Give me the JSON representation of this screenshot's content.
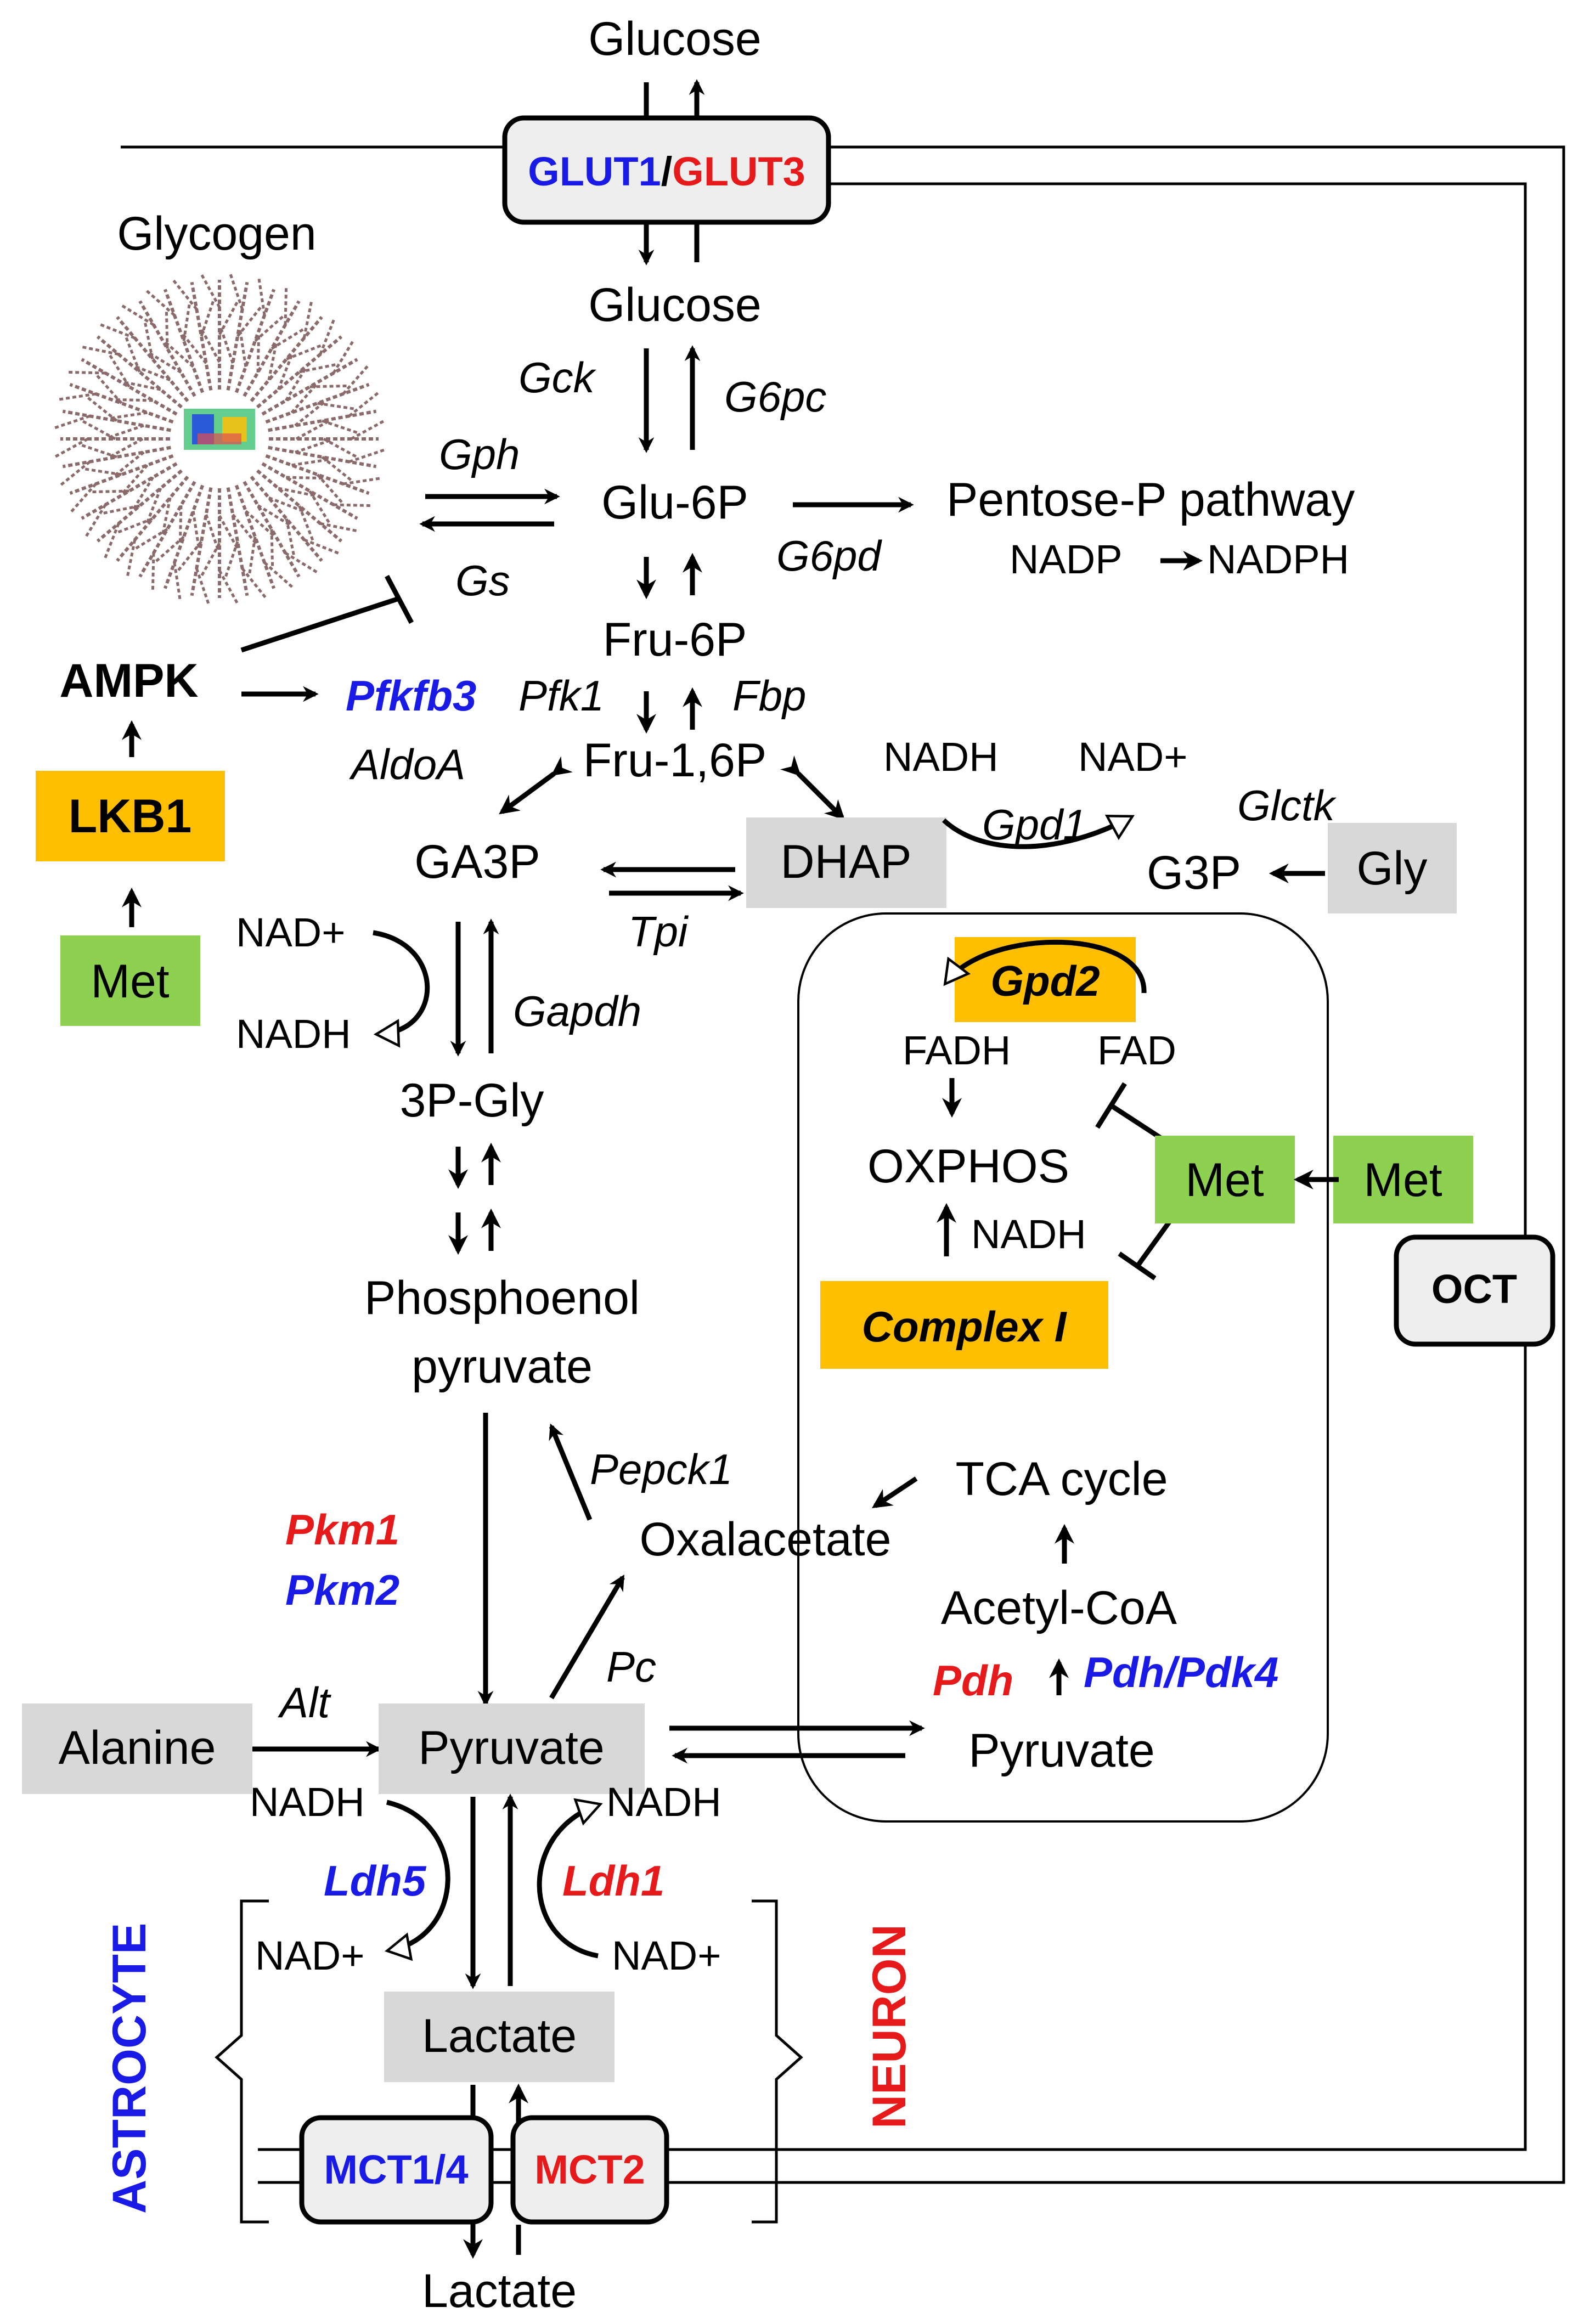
{
  "colors": {
    "astrocyte_blue": "#1a1ae6",
    "neuron_red": "#e61a1a",
    "gray_box": "#d8d8d8",
    "green_box": "#8ed150",
    "orange_box": "#ffbe00",
    "transporter_fill": "#eeeeee"
  },
  "metabolites": {
    "glucose_out": "Glucose",
    "glucose_in": "Glucose",
    "glycogen": "Glycogen",
    "glu6p": "Glu-6P",
    "pentose": "Pentose-P pathway",
    "nadp": "NADP",
    "nadph": "NADPH",
    "fru6p": "Fru-6P",
    "fru16p": "Fru-1,6P",
    "ga3p": "GA3P",
    "dhap": "DHAP",
    "g3p": "G3P",
    "gly": "Gly",
    "p3gly": "3P-Gly",
    "pep_line1": "Phosphoenol",
    "pep_line2": "pyruvate",
    "oxalacetate": "Oxalacetate",
    "tca": "TCA cycle",
    "acetylcoa": "Acetyl-CoA",
    "pyruvate_cyto": "Pyruvate",
    "pyruvate_mito": "Pyruvate",
    "alanine": "Alanine",
    "lactate_in": "Lactate",
    "lactate_out": "Lactate",
    "oxphos": "OXPHOS"
  },
  "cofactors": {
    "nadh_gpd1": "NADH",
    "nadplus_gpd1": "NAD+",
    "nadplus_gapdh": "NAD+",
    "nadh_gapdh": "NADH",
    "fadh": "FADH",
    "fad": "FAD",
    "nadh_oxphos": "NADH",
    "nadh_ldh5": "NADH",
    "nadplus_ldh5": "NAD+",
    "nadh_ldh1": "NADH",
    "nadplus_ldh1": "NAD+"
  },
  "enzymes": {
    "gck": "Gck",
    "g6pc": "G6pc",
    "gph": "Gph",
    "gs": "Gs",
    "g6pd": "G6pd",
    "pfkfb3": "Pfkfb3",
    "pfk1": "Pfk1",
    "fbp": "Fbp",
    "aldoa": "AldoA",
    "gpd1": "Gpd1",
    "glctk": "Glctk",
    "tpi": "Tpi",
    "gapdh": "Gapdh",
    "gpd2": "Gpd2",
    "complex1": "Complex I",
    "pepck1": "Pepck1",
    "pkm1": "Pkm1",
    "pkm2": "Pkm2",
    "pc": "Pc",
    "alt": "Alt",
    "pdh": "Pdh",
    "pdh_pdk4": "Pdh/Pdk4",
    "ldh5": "Ldh5",
    "ldh1": "Ldh1"
  },
  "regulators": {
    "ampk": "AMPK",
    "lkb1": "LKB1",
    "met_left": "Met",
    "met_mito": "Met",
    "met_out": "Met"
  },
  "transporters": {
    "glut1": "GLUT1",
    "glut_sep": "/",
    "glut3": "GLUT3",
    "oct": "OCT",
    "mct14": "MCT1/4",
    "mct2": "MCT2"
  },
  "cells": {
    "astrocyte": "ASTROCYTE",
    "neuron": "NEURON"
  }
}
